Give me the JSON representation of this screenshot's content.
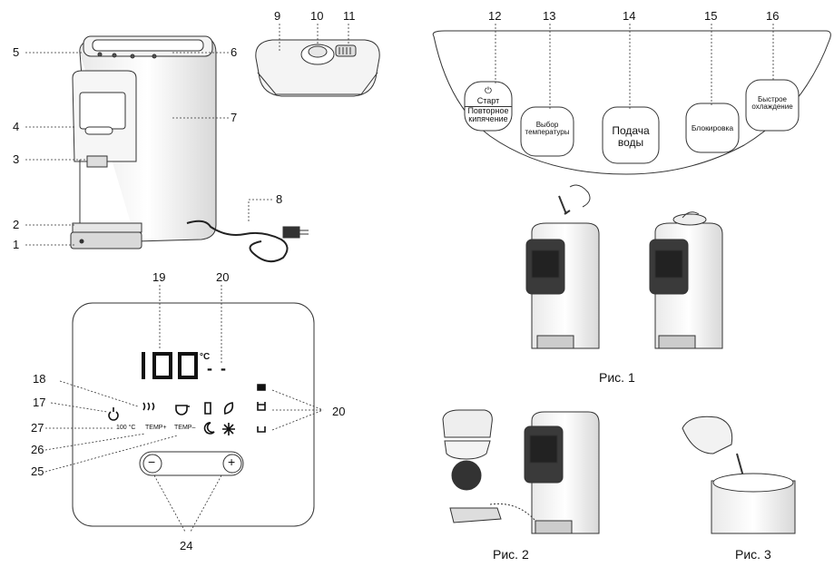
{
  "callouts": {
    "c1": "1",
    "c2": "2",
    "c3": "3",
    "c4": "4",
    "c5": "5",
    "c6": "6",
    "c7": "7",
    "c8": "8",
    "c9": "9",
    "c10": "10",
    "c11": "11",
    "c12": "12",
    "c13": "13",
    "c14": "14",
    "c15": "15",
    "c16": "16",
    "c17": "17",
    "c18": "18",
    "c19": "19",
    "c20a": "20",
    "c20b": "20",
    "c24": "24",
    "c25": "25",
    "c26": "26",
    "c27": "27"
  },
  "panel_buttons": {
    "start_symbol": "⏻",
    "start_l1": "Старт",
    "start_l2": "Повторное",
    "start_l3": "кипячение",
    "temp_l1": "Выбор",
    "temp_l2": "температуры",
    "water_l1": "Подача",
    "water_l2": "воды",
    "lock": "Блокировка",
    "cool_l1": "Быстрое",
    "cool_l2": "охлаждение"
  },
  "display": {
    "temp_value": "100",
    "temp_unit": "°C",
    "dash": "- -",
    "label_100c": "100 °C",
    "label_temp_plus": "TEMP+",
    "label_temp_minus": "TEMP–",
    "minus_button": "−",
    "plus_button": "+"
  },
  "captions": {
    "fig1": "Рис. 1",
    "fig2": "Рис. 2",
    "fig3": "Рис. 3"
  }
}
